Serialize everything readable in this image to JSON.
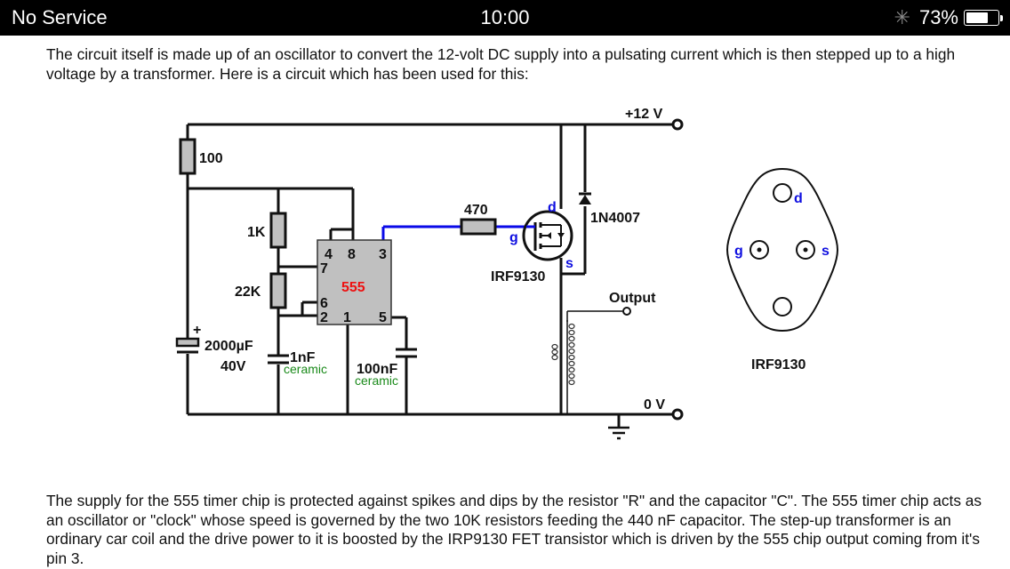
{
  "status_bar": {
    "carrier": "No Service",
    "time": "10:00",
    "bluetooth_icon": "bluetooth-icon",
    "battery_percent": "73%",
    "battery_level": 0.73
  },
  "article": {
    "intro": "The circuit itself is made up of an oscillator to convert the 12-volt DC supply into a pulsating current which is then stepped up to a high voltage by a transformer.  Here is a circuit which has been used for this:",
    "explanation": "The supply for the 555 timer chip is protected against spikes and dips by the resistor \"R\" and the capacitor \"C\". The 555 timer chip acts as an oscillator or \"clock\" whose speed is governed by the two 10K resistors feeding the 440 nF capacitor. The step-up transformer is an ordinary car coil and the drive power to it is boosted by the IRP9130 FET transistor which is driven by the 555 chip output coming from it's pin 3."
  },
  "schematic": {
    "supply_label": "+12 V",
    "ground_label": "0 V",
    "output_label": "Output",
    "r_supply": "100",
    "r1": "1K",
    "r2": "22K",
    "r_gate": "470",
    "c_supply": "2000µF",
    "c_supply_voltage": "40V",
    "c_supply_polarity": "+",
    "c_timing": "1nF",
    "c_timing_type": "ceramic",
    "c_control": "100nF",
    "c_control_type": "ceramic",
    "chip_label": "555",
    "chip_pins": {
      "p4": "4",
      "p8": "8",
      "p3": "3",
      "p7": "7",
      "p6": "6",
      "p2": "2",
      "p1": "1",
      "p5": "5"
    },
    "diode_label": "1N4007",
    "fet_label": "IRF9130",
    "fet_d": "d",
    "fet_g": "g",
    "fet_s": "s",
    "package_label": "IRF9130",
    "package_d": "d",
    "package_g": "g",
    "package_s": "s"
  }
}
